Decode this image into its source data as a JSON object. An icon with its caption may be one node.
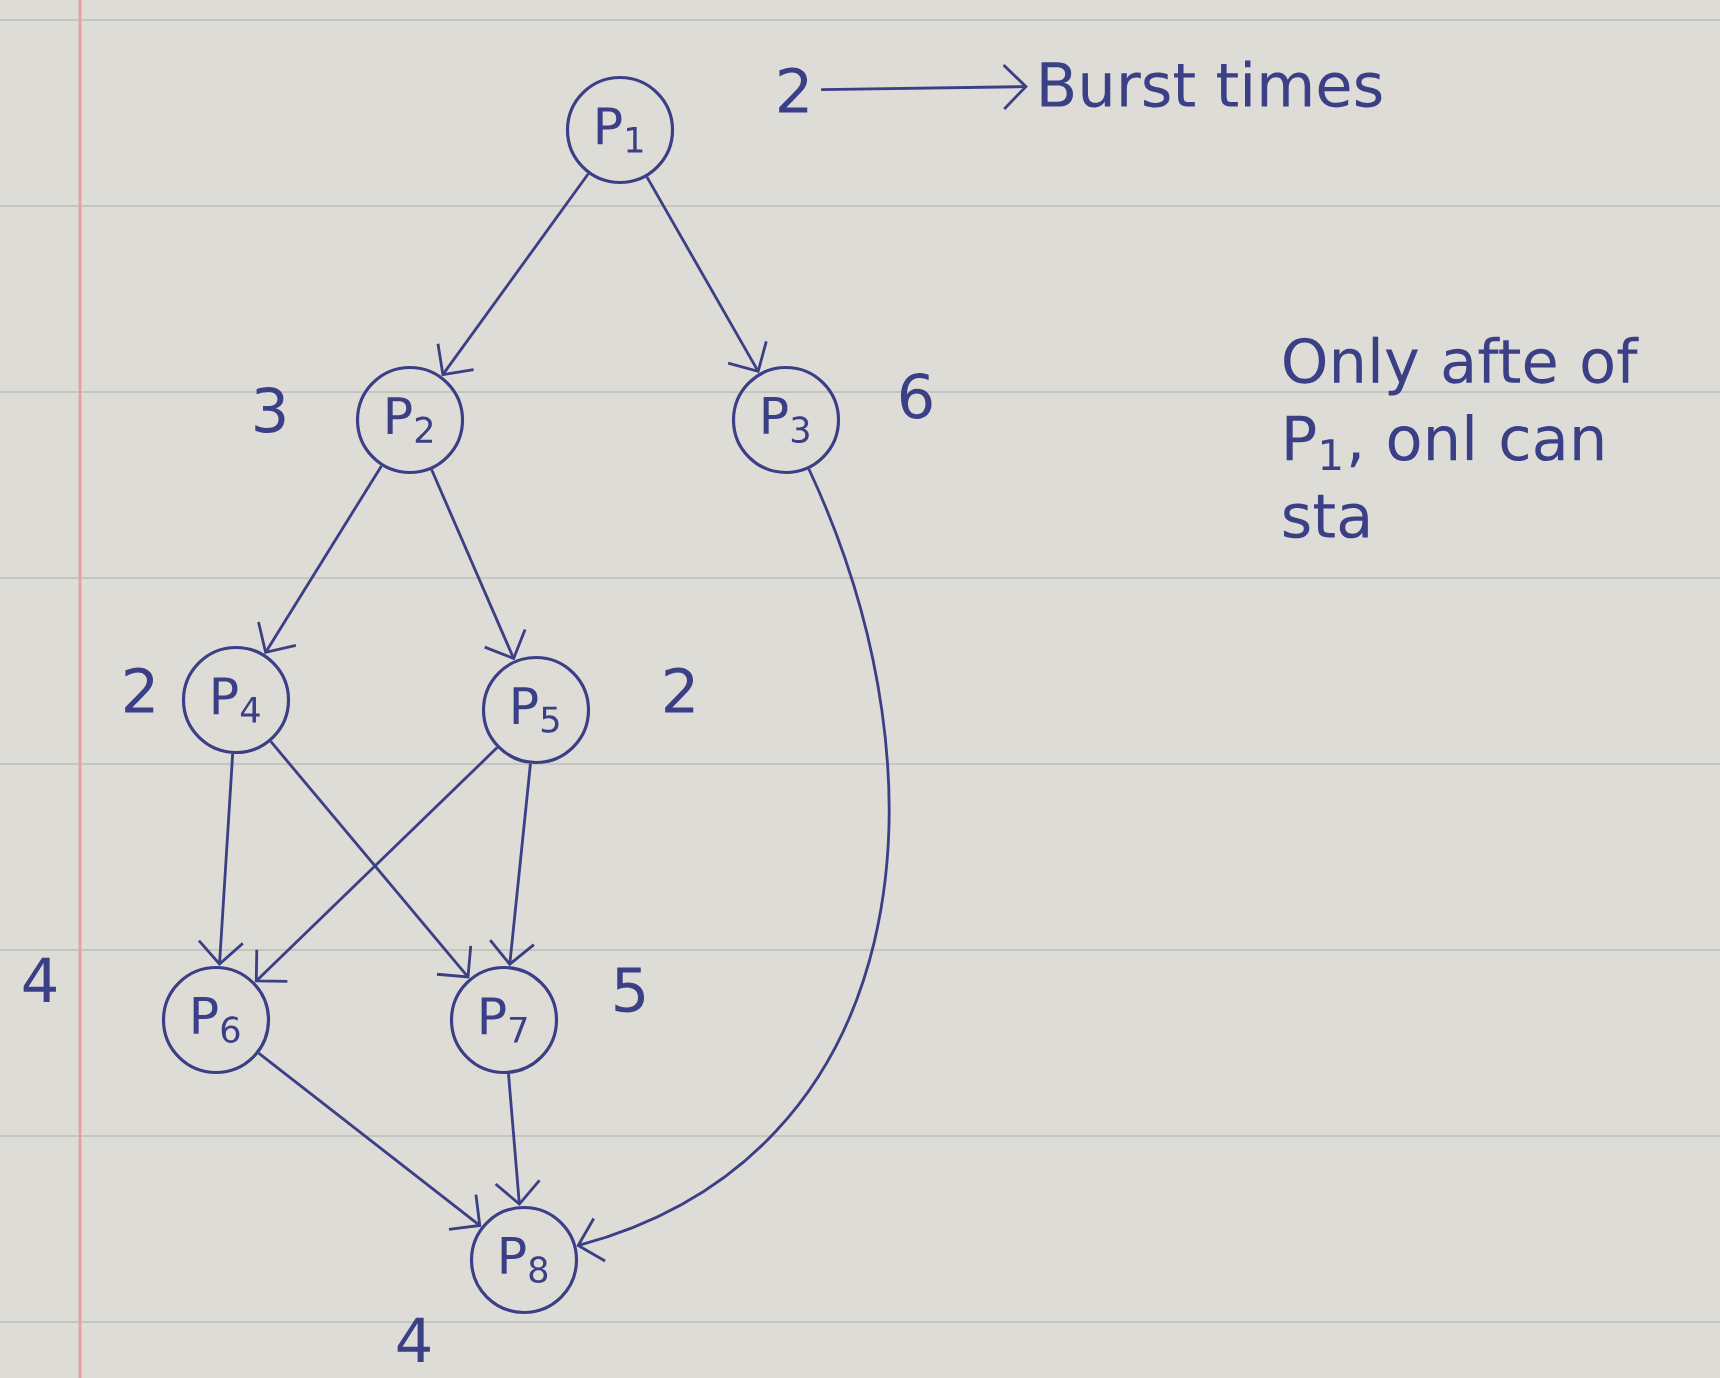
{
  "diagram": {
    "nodes": [
      {
        "text": [
          "P$_{1}$"
        ]
      },
      {
        "text": [
          "P$_{2}$"
        ],
        "beside": [
          "3"
        ]
      },
      {
        "text": [
          "P$_{3}$"
        ],
        "beside": [
          "6"
        ]
      },
      {
        "text": [
          "P$_{4}$"
        ],
        "beside": [
          "2"
        ]
      },
      {
        "text": [
          "P$_{5}$"
        ],
        "beside": [
          "2"
        ]
      },
      {
        "text": [
          "P$_{6}$"
        ],
        "beside": [
          "4"
        ]
      },
      {
        "text": [
          "P$_{7}$"
        ],
        "beside": [
          "5"
        ]
      },
      {
        "text": [
          "P$_{8}$"
        ],
        "beside": [
          "4"
        ]
      },
      {
        "text": [
          "2"
        ]
      },
      {
        "text": [
          "Burst times"
        ]
      }
    ],
    "edges": [
      {
        "from": 0,
        "to": 1,
        "arrow": "to"
      },
      {
        "from": 0,
        "to": 2,
        "arrow": "to"
      },
      {
        "from": 1,
        "to": 3,
        "arrow": "to"
      },
      {
        "from": 1,
        "to": 4,
        "arrow": "to"
      },
      {
        "from": 3,
        "to": 5,
        "arrow": "to"
      },
      {
        "from": 3,
        "to": 6,
        "arrow": "to"
      },
      {
        "from": 4,
        "to": 5,
        "arrow": "to"
      },
      {
        "from": 4,
        "to": 6,
        "arrow": "to"
      },
      {
        "from": 5,
        "to": 7,
        "arrow": "to"
      },
      {
        "from": 6,
        "to": 7,
        "arrow": "to"
      },
      {
        "from": 2,
        "to": 7,
        "arrow": "to"
      },
      {
        "from": 8,
        "to": 9,
        "arrow": "to"
      }
    ],
    "labels": [
      "Only afte of P$_{1}$, onl can sta"
    ]
  }
}
